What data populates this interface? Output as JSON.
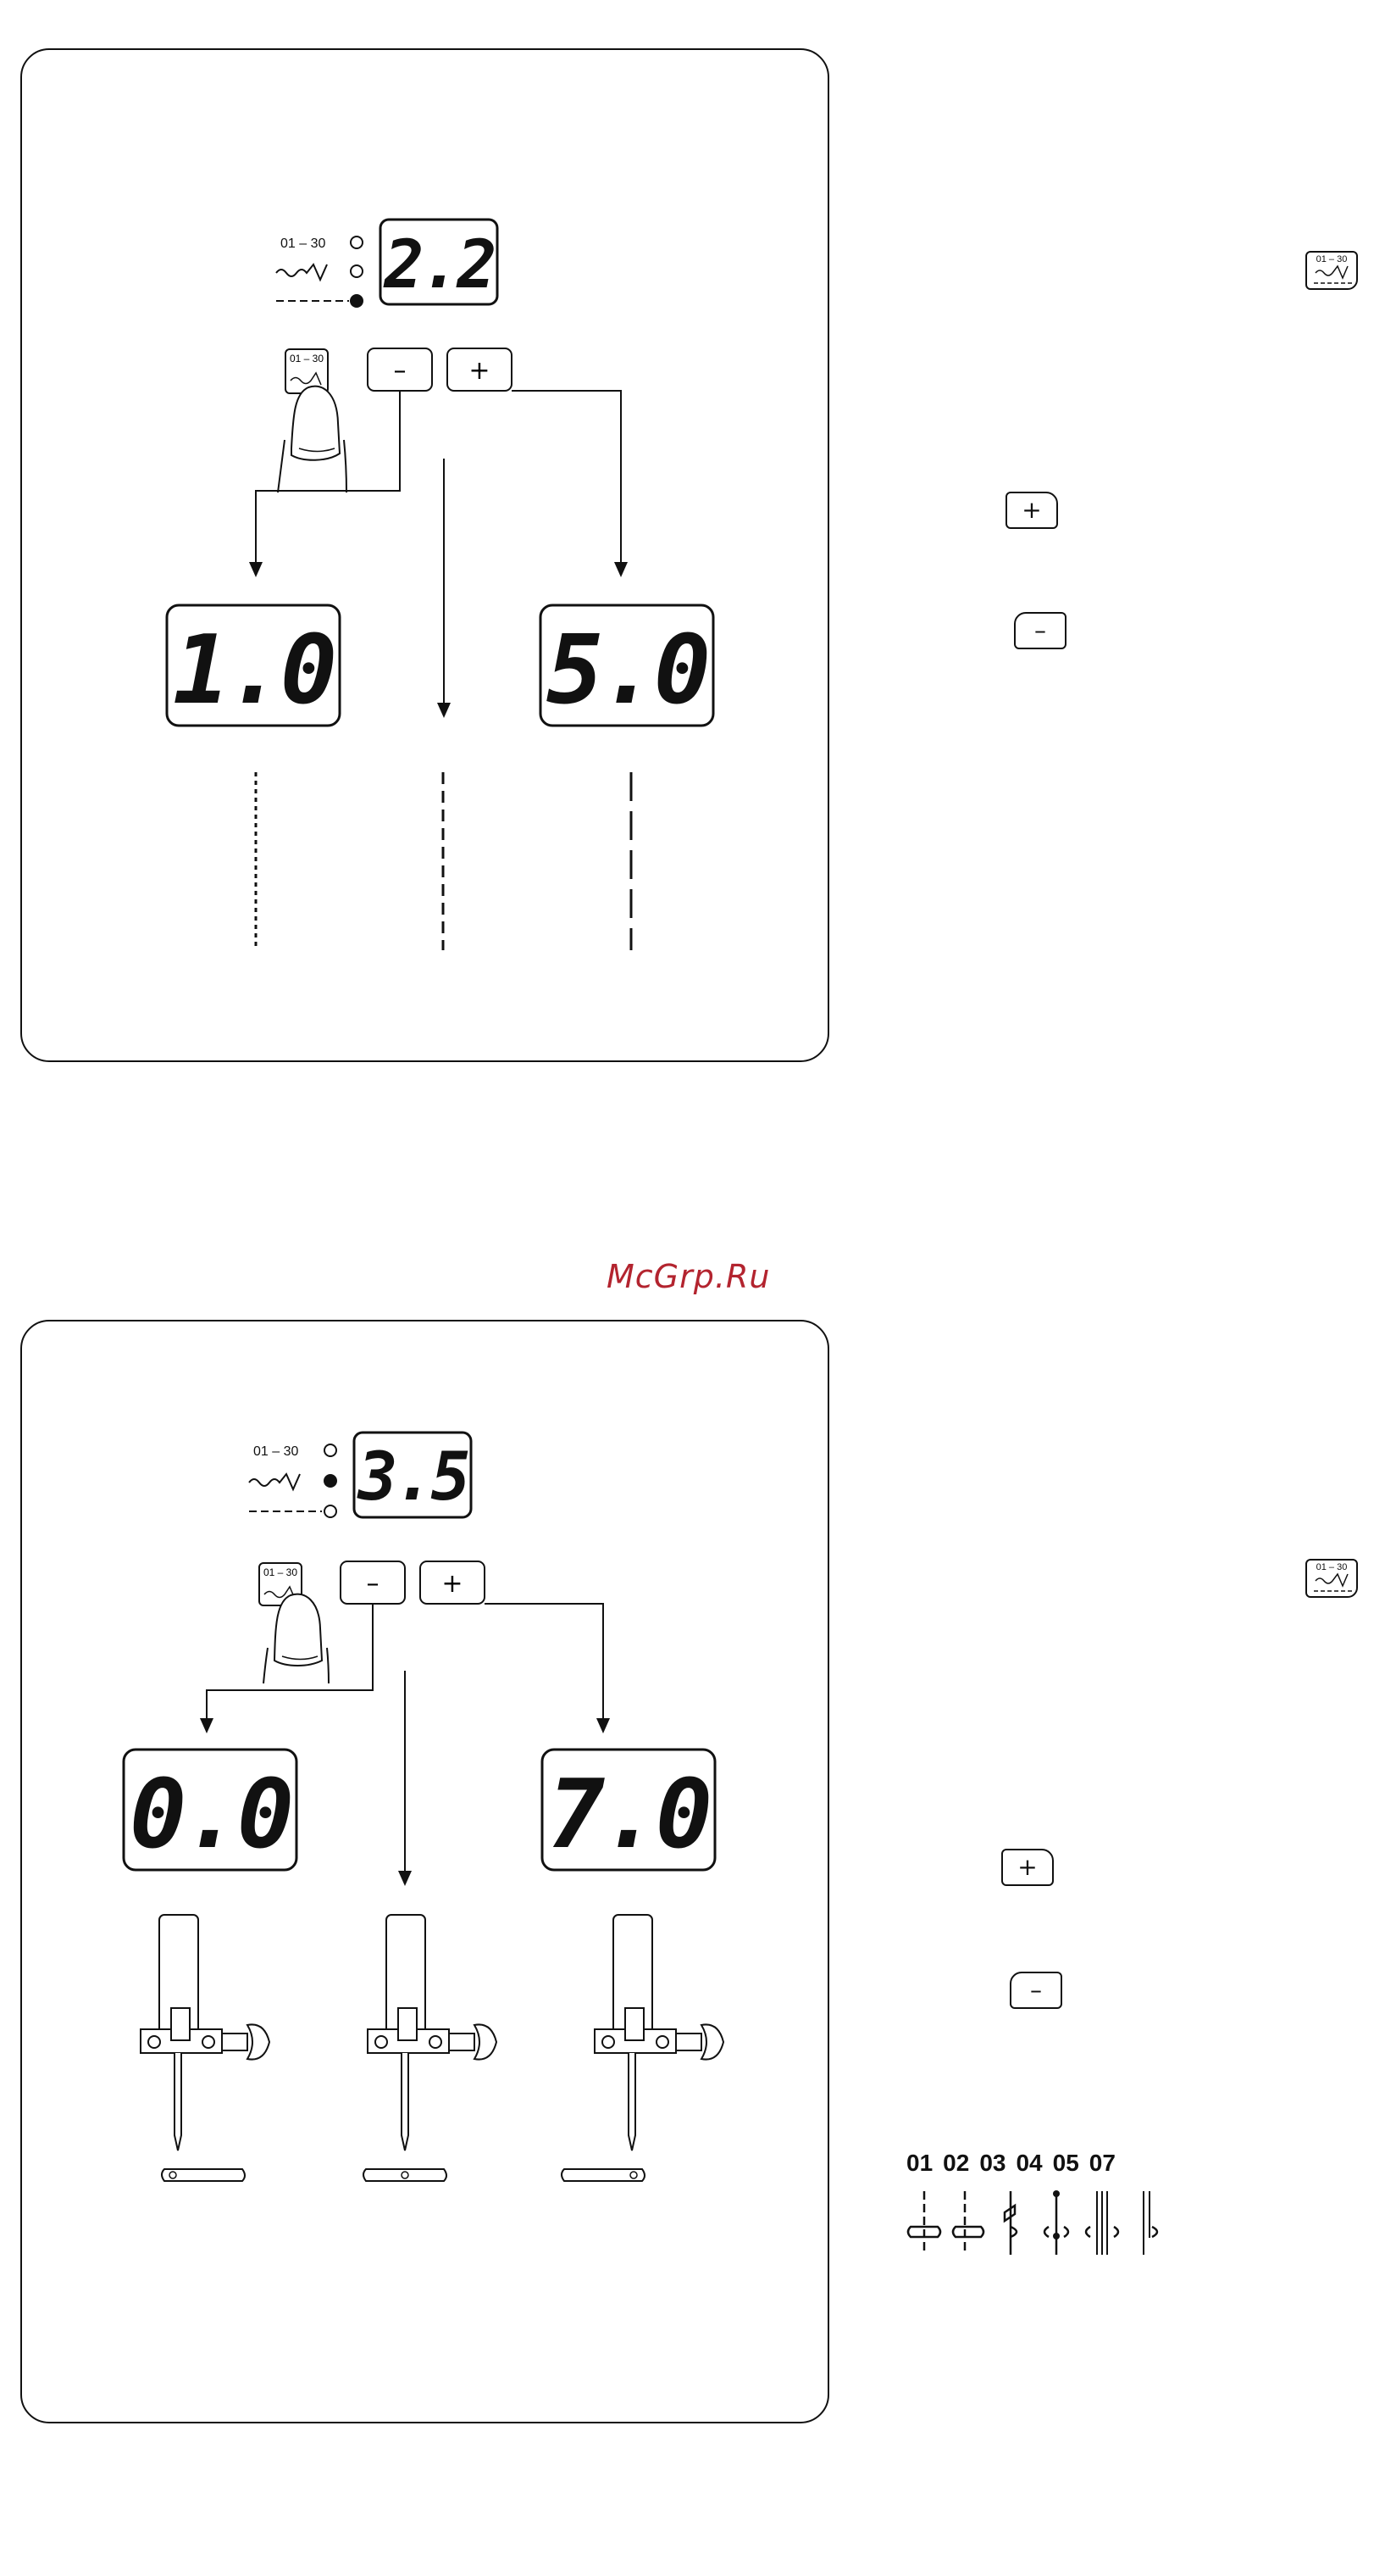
{
  "panel1": {
    "indicator": {
      "pattern_range": "01 – 30",
      "selected_row": 3
    },
    "current_display": "2.2",
    "min_display": "1.0",
    "max_display": "5.0",
    "key_icon_label": "01 – 30",
    "minus_label": "–",
    "plus_label": "+"
  },
  "panel2": {
    "indicator": {
      "pattern_range": "01 – 30",
      "selected_row": 2
    },
    "current_display": "3.5",
    "min_display": "0.0",
    "max_display": "7.0",
    "key_icon_label": "01 – 30",
    "minus_label": "–",
    "plus_label": "+"
  },
  "watermark": "McGrp.Ru",
  "side": {
    "icon_label_1": "01 – 30",
    "icon_label_2": "01 – 30",
    "plus_1": "+",
    "minus_1": "–",
    "plus_2": "+",
    "minus_2": "–"
  },
  "stitch_numbers": [
    "01",
    "02",
    "03",
    "04",
    "05",
    "07"
  ]
}
